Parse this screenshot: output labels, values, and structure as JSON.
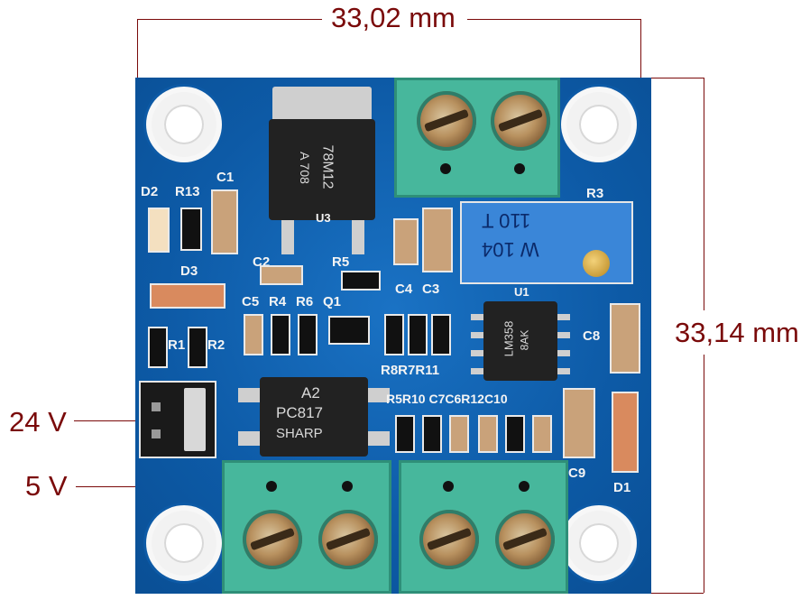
{
  "width_label": "33,02 mm",
  "height_label": "33,14 mm",
  "jumper_labels": {
    "v24": "24 V",
    "v5": "5 V"
  },
  "silkscreen": {
    "c1": "C1",
    "d2": "D2",
    "r13": "R13",
    "c2": "C2",
    "r5": "R5",
    "c4": "C4",
    "c3": "C3",
    "r3": "R3",
    "u1": "U1",
    "d3": "D3",
    "c5": "C5",
    "r4": "R4",
    "r6": "R6",
    "q1": "Q1",
    "r1": "R1",
    "r2": "R2",
    "r8r7r11": "R8R7R11",
    "c8": "C8",
    "bottom_row": "R5R10 C7C6R12C10",
    "c9": "C9",
    "d1": "D1",
    "u3": "U3"
  },
  "chips": {
    "regulator_line1": "78M12",
    "regulator_line2": "A  708",
    "optocoupler_line1": "A2",
    "optocoupler_line2": "PC817",
    "optocoupler_line3": "SHARP",
    "opamp_line1": "LM358",
    "opamp_line2": "8AK",
    "trimpot_line1": "110 T",
    "trimpot_line2": "W 104"
  },
  "colors": {
    "dimension": "#7a0a0a",
    "pcb": "#0f5fae",
    "terminal": "#47b79c"
  }
}
